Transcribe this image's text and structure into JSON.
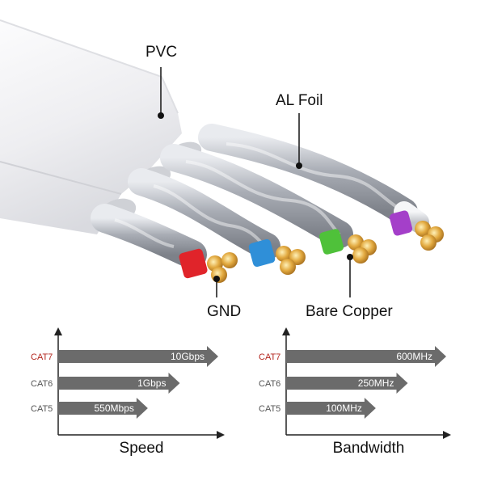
{
  "callouts": {
    "pvc": "PVC",
    "al_foil": "AL Foil",
    "gnd": "GND",
    "bare_copper": "Bare Copper"
  },
  "colors": {
    "jacket": "#f4f4f6",
    "foil": "#b9bcc3",
    "pair_red": "#e0242a",
    "pair_blue": "#2f8fd8",
    "pair_green": "#4fc13a",
    "pair_purple": "#a43fc9",
    "copper": "#d9a23c",
    "highlight": "#b3261e",
    "bar": "#6b6b6b"
  },
  "chart_data": [
    {
      "type": "bar",
      "orientation": "horizontal",
      "title": "Speed",
      "categories": [
        "CAT7",
        "CAT6",
        "CAT5"
      ],
      "value_labels": [
        "10Gbps",
        "1Gbps",
        "550Mbps"
      ],
      "relative_lengths": [
        1.0,
        0.76,
        0.56
      ],
      "highlight_category": "CAT7"
    },
    {
      "type": "bar",
      "orientation": "horizontal",
      "title": "Bandwidth",
      "categories": [
        "CAT7",
        "CAT6",
        "CAT5"
      ],
      "value_labels": [
        "600MHz",
        "250MHz",
        "100MHz"
      ],
      "relative_lengths": [
        1.0,
        0.76,
        0.56
      ],
      "highlight_category": "CAT7"
    }
  ]
}
